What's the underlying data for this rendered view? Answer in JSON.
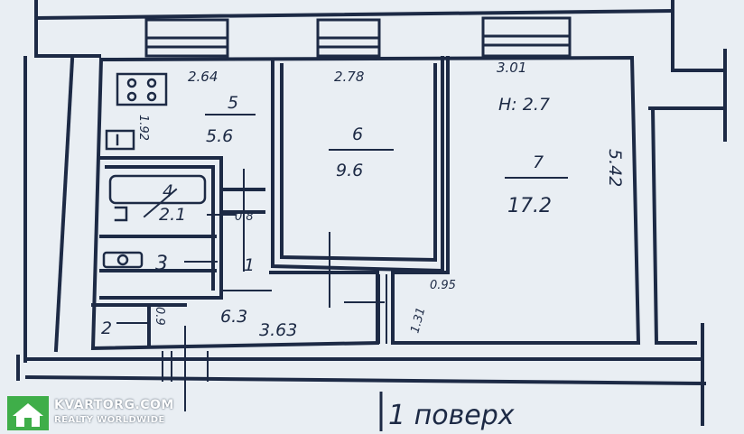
{
  "floor_label": "1 поверх",
  "watermark": {
    "site": "KVARTORG.COM",
    "tagline": "REALTY WORLDWIDE"
  },
  "rooms": [
    {
      "number": "1",
      "area": "6.3"
    },
    {
      "number": "2",
      "area": ""
    },
    {
      "number": "3",
      "area": ""
    },
    {
      "number": "4",
      "area": "2.1"
    },
    {
      "number": "5",
      "area": "5.6"
    },
    {
      "number": "6",
      "area": "9.6"
    },
    {
      "number": "7",
      "area": "17.2"
    }
  ],
  "dimensions": {
    "kitchen_width": "2.64",
    "room6_width": "2.78",
    "room7_width": "3.01",
    "ceiling_height": "H: 2.7",
    "room7_depth": "5.42",
    "kitchen_depth": "1.92",
    "hall_length": "3.63",
    "bath_gap": "0.8",
    "wc_width": "0.9",
    "door_a": "1.31",
    "door_b": "0.95"
  },
  "colors": {
    "ink": "#1d2a45",
    "paper": "#e9eef3",
    "logo_green": "#3fae49"
  }
}
